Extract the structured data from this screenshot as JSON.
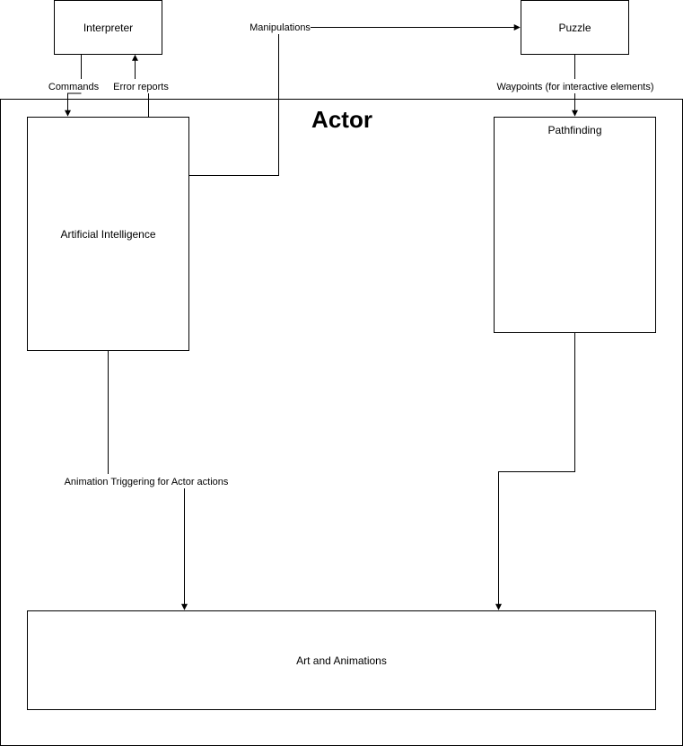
{
  "nodes": {
    "interpreter": "Interpreter",
    "puzzle": "Puzzle",
    "actor": "Actor",
    "ai": "Artificial Intelligence",
    "pathfinding": "Pathfinding",
    "art": "Art and Animations"
  },
  "edges": {
    "commands": "Commands",
    "error_reports": "Error reports",
    "manipulations": "Manipulations",
    "waypoints": "Waypoints (for interactive elements)",
    "animation_triggering": "Animation Triggering for Actor actions"
  }
}
